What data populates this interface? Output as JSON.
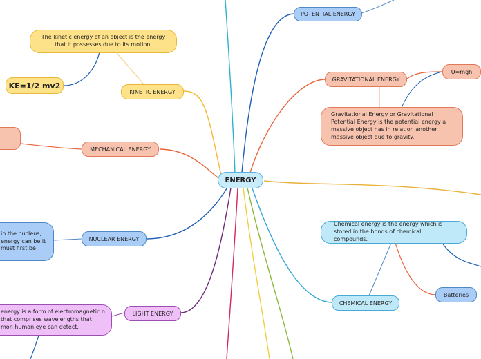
{
  "center": {
    "label": "ENERGY"
  },
  "branches": {
    "kinetic": {
      "label": "KINETIC ENERGY",
      "note": "The kinetic energy of an object is the energy that it possesses due to its motion.",
      "formula": "KE=1/2 mv2"
    },
    "potential": {
      "label": "POTENTIAL ENERGY"
    },
    "gravitational": {
      "label": "GRAVITATIONAL ENERGY",
      "formula": "U=mgh",
      "note": "Gravitational Energy or Gravitational Potential Energy is the potential energy a massive object has in relation another massive object due to gravity."
    },
    "mechanical": {
      "label": "MECHANICAL ENERGY"
    },
    "nuclear": {
      "label": "NUCLEAR ENERGY",
      "note": "in the nucleus, energy can be it must first be"
    },
    "chemical": {
      "label": "CHEMICAL ENERGY",
      "note": "Chemical energy is the energy which is stored in the bonds of chemical compounds.",
      "example": "Batteries"
    },
    "light": {
      "label": "LIGHT ENERGY",
      "note": "energy is a form of electromagnetic n that comprises wavelengths that mon human eye can detect."
    }
  },
  "colors": {
    "kinetic": "#f5b82e",
    "potential": "#1f5fb5",
    "gravitational": "#e8643a",
    "mechanical": "#e8643a",
    "nuclear": "#1f5fb5",
    "chemical": "#35a7d6",
    "light": "#6e2a7a",
    "teal": "#2bb4c9",
    "lime": "#8db83a",
    "gold": "#e8b23a",
    "crimson": "#d6285a"
  }
}
